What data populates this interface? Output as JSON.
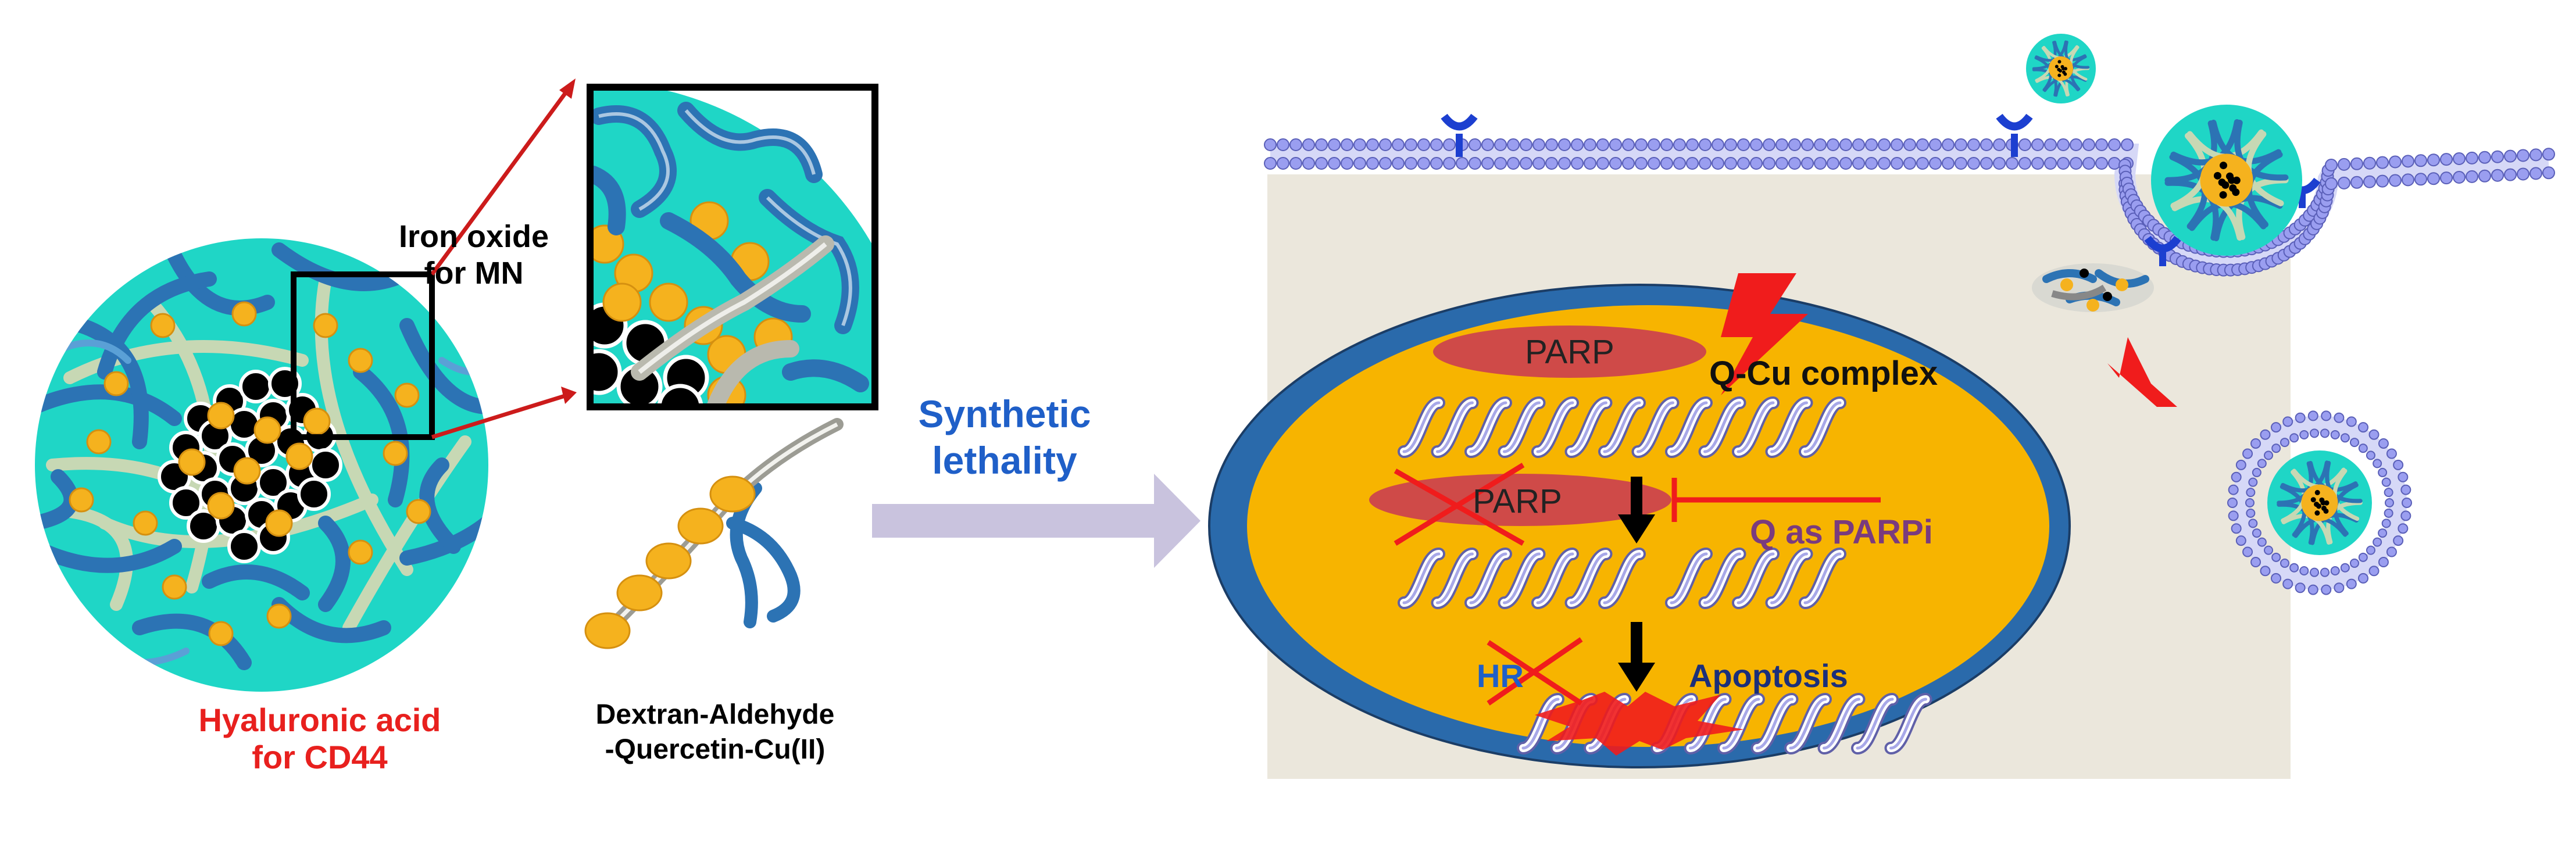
{
  "labels": {
    "iron_oxide": [
      "Iron oxide",
      "for MN"
    ],
    "hyaluronic": [
      "Hyaluronic acid",
      "for CD44"
    ],
    "dextran": [
      "Dextran-Aldehyde",
      "-Quercetin-Cu(II)"
    ],
    "synthetic": [
      "Synthetic",
      "lethality"
    ],
    "parp_top": "PARP",
    "parp_mid": "PARP",
    "qcu": "Q-Cu complex",
    "q_parpi": "Q as PARPi",
    "hr": "HR",
    "apoptosis": "Apoptosis"
  },
  "colors": {
    "red_label": "#e8201e",
    "blue_label": "#1f5fc8",
    "purple_label": "#7a3b7e",
    "navy_label": "#1b2f7a",
    "cytoplasm": "#ebe7dc",
    "nucleus": "#f7b400",
    "nuclear_envelope": "#2a6aab",
    "parp_ellipse": "#cf4a48",
    "shell": "#1fd6c6",
    "polymer": "#2c73b4",
    "membrane": "#9a9ef0",
    "receptor": "#1c3fd0",
    "arrow_grey": "#c9c3de"
  }
}
